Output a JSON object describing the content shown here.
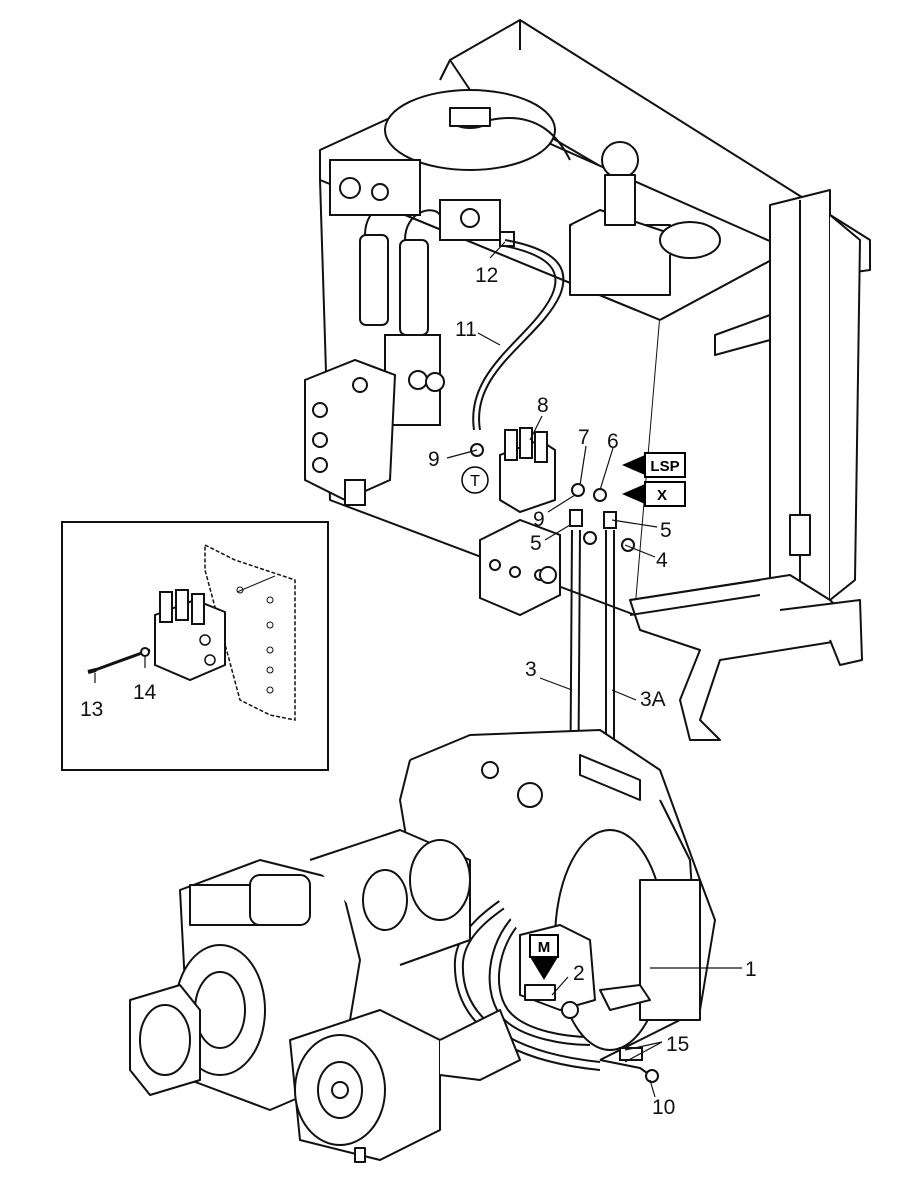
{
  "callouts": {
    "c1": "1",
    "c2": "2",
    "c3": "3",
    "c3a": "3A",
    "c4": "4",
    "c5a": "5",
    "c5b": "5",
    "c6": "6",
    "c7": "7",
    "c8": "8",
    "c9a": "9",
    "c9b": "9",
    "c10": "10",
    "c11": "11",
    "c12": "12",
    "c13": "13",
    "c14": "14",
    "c15": "15"
  },
  "tags": {
    "lsp": "LSP",
    "x": "X",
    "m": "M",
    "t": "T"
  },
  "colors": {
    "line": "#111111",
    "hose": "#555555",
    "background": "#ffffff"
  }
}
